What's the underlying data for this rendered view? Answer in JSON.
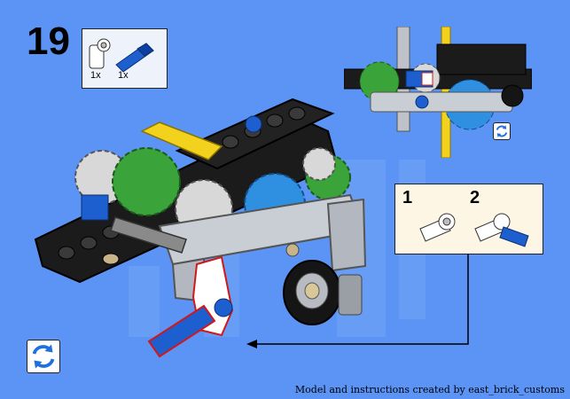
{
  "step": {
    "number": "19"
  },
  "parts_list": {
    "items": [
      {
        "icon": "connector-icon",
        "qty": "1x"
      },
      {
        "icon": "blue-pin-icon",
        "qty": "1x"
      }
    ]
  },
  "sub_steps": [
    {
      "number": "1"
    },
    {
      "number": "2"
    }
  ],
  "credit": "Model and instructions created by east_brick_customs",
  "colors": {
    "background": "#5b94f5",
    "blue_part": "#1e5fd0",
    "black_beam": "#1a1a1a",
    "green_gear": "#3aa33a",
    "yellow_axle": "#f2d21c"
  }
}
